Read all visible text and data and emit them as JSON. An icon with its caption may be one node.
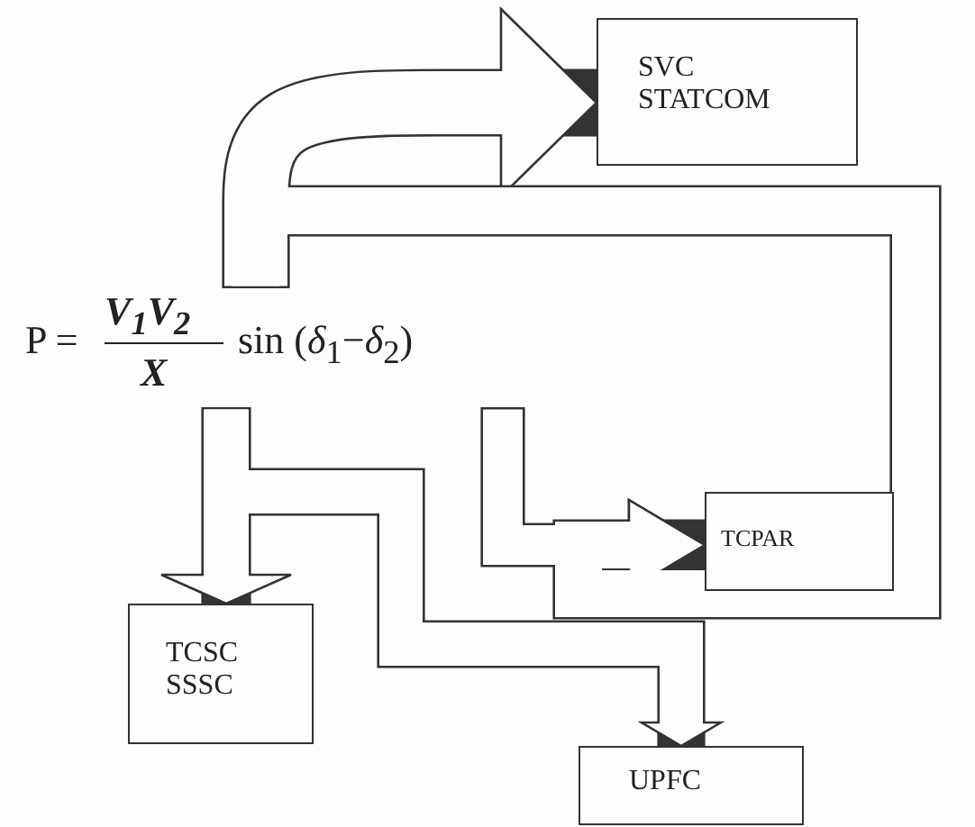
{
  "diagram": {
    "nodes": [
      {
        "text": [
          "SVC STATCOM"
        ]
      },
      {
        "text": [
          "P =",
          "V$_{1}$V$_{2}$",
          "X",
          "sin (*δ*$_{1}$−*δ*$_{2}$)"
        ]
      },
      {
        "text": [
          "TCPAR"
        ]
      },
      {
        "text": [
          "TCSC SSSC"
        ]
      },
      {
        "text": [
          "UPFC"
        ]
      }
    ],
    "edges": [
      {
        "from": 1,
        "to": 0,
        "arrow": "to"
      },
      {
        "from": 1,
        "to": 3,
        "arrow": "to"
      },
      {
        "from": 1,
        "to": 2,
        "arrow": "to"
      },
      {
        "from": 1,
        "to": 4,
        "arrow": "to"
      },
      {
        "from": 1,
        "to": 2,
        "arrow": "to"
      }
    ]
  }
}
